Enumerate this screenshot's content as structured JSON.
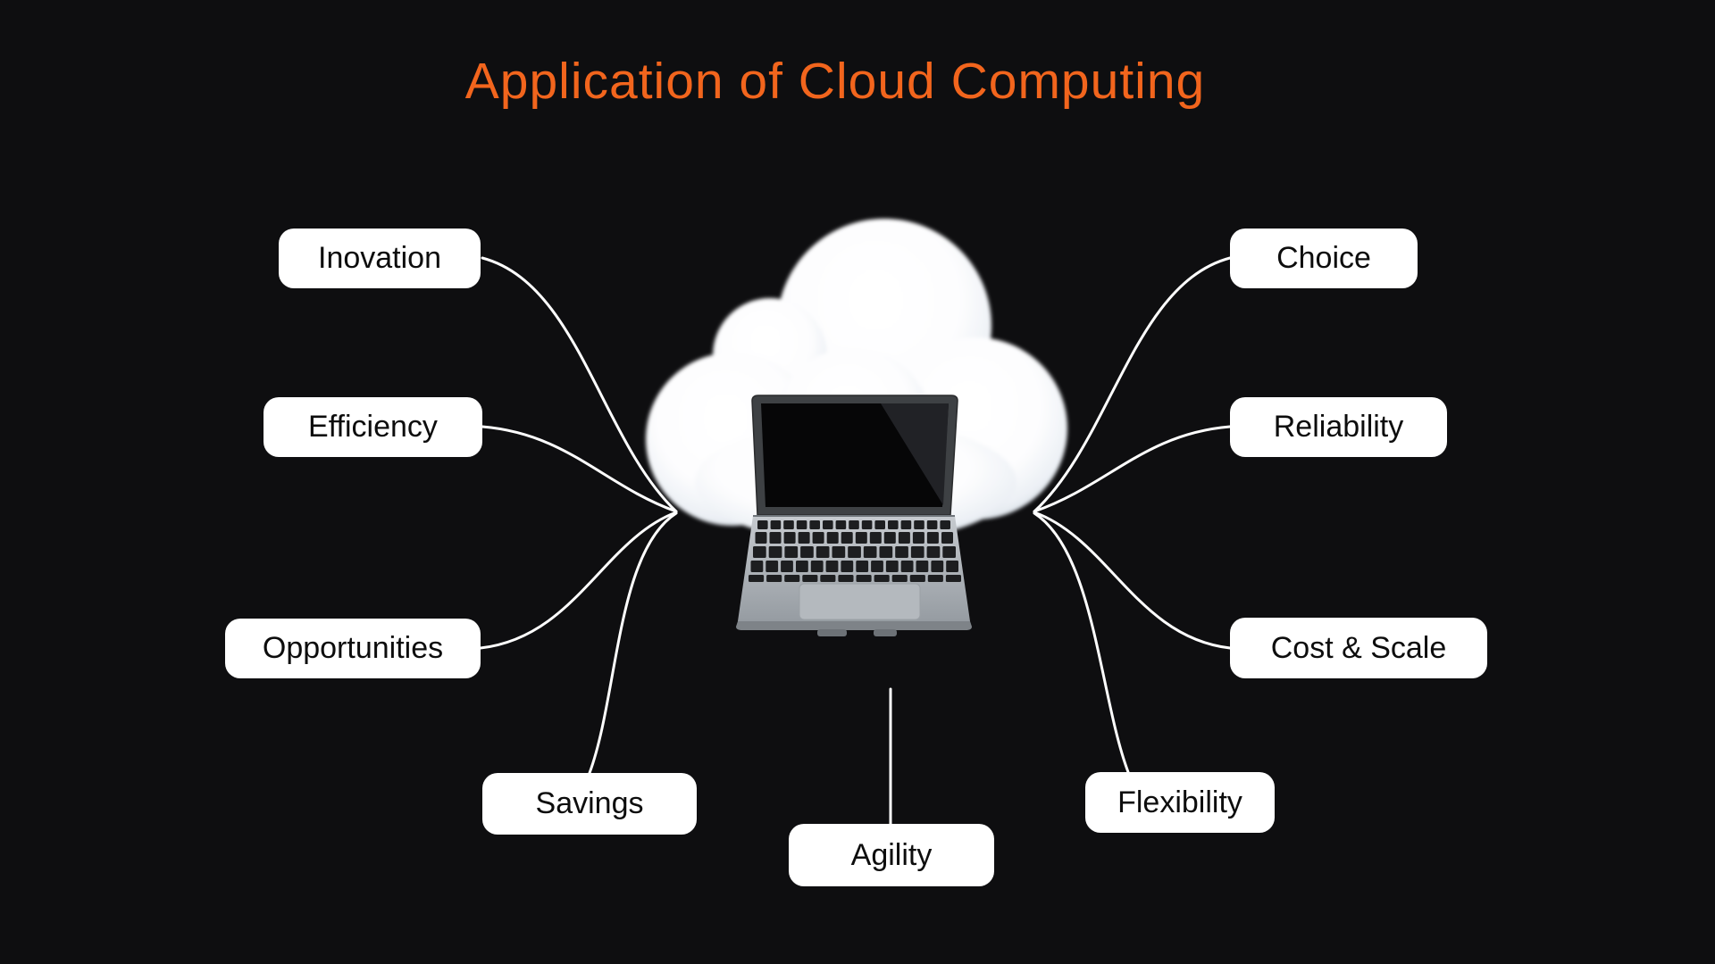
{
  "title": "Application of Cloud Computing",
  "colors": {
    "background": "#0e0e10",
    "title_text": "#f2651d",
    "connector_line": "#ffffff",
    "node_background": "#ffffff",
    "node_text": "#0d0d0d"
  },
  "center_graphic": {
    "icons": [
      "cloud-icon",
      "laptop-icon"
    ]
  },
  "nodes": [
    {
      "id": "inovation",
      "label": "Inovation"
    },
    {
      "id": "efficiency",
      "label": "Efficiency"
    },
    {
      "id": "opportunities",
      "label": "Opportunities"
    },
    {
      "id": "savings",
      "label": "Savings"
    },
    {
      "id": "agility",
      "label": "Agility"
    },
    {
      "id": "flexibility",
      "label": "Flexibility"
    },
    {
      "id": "cost-scale",
      "label": "Cost & Scale"
    },
    {
      "id": "reliability",
      "label": "Reliability"
    },
    {
      "id": "choice",
      "label": "Choice"
    }
  ]
}
